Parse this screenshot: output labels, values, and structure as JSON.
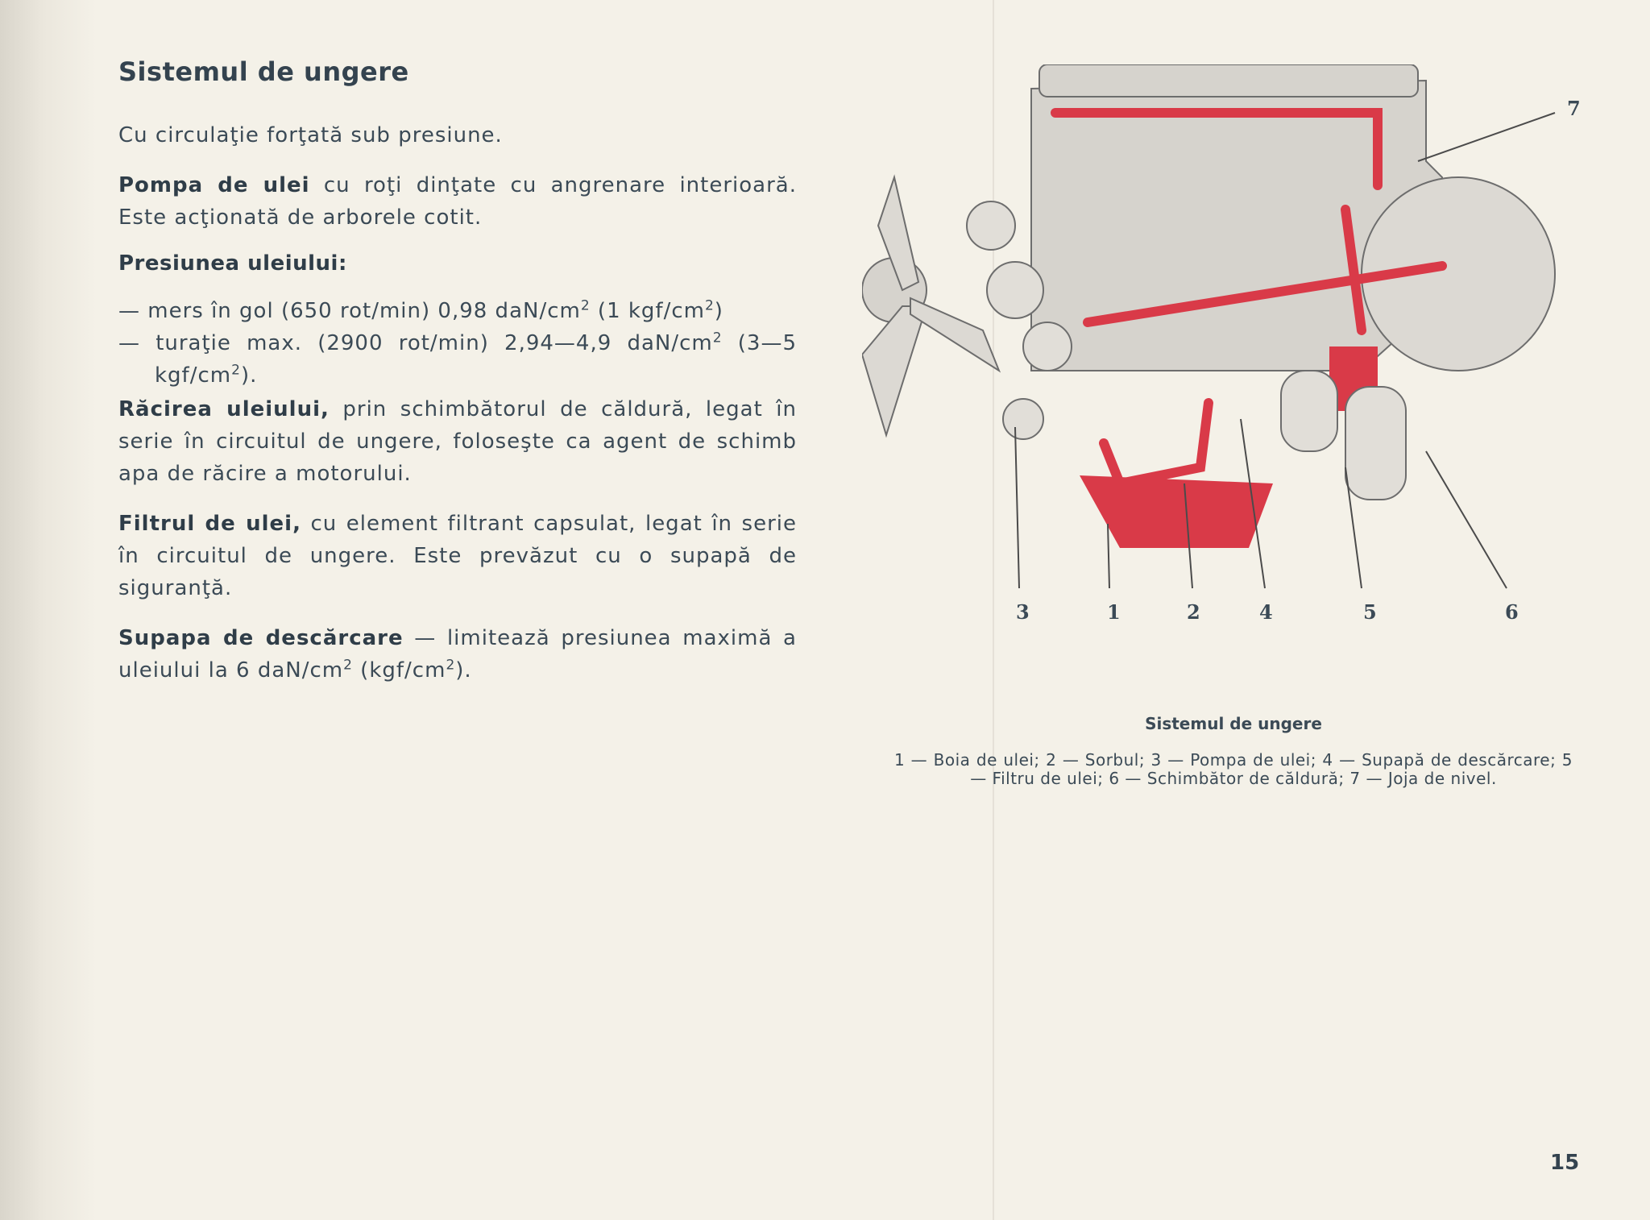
{
  "heading": "Sistemul de ungere",
  "intro": "Cu circulaţie forţată sub presiune.",
  "pump": {
    "term": "Pompa de ulei",
    "text": " cu roţi dinţate cu angrenare interioară. Este acţionată de arborele cotit."
  },
  "pressure": {
    "title": "Presiunea uleiului:",
    "idle": {
      "prefix": "— mers în gol (650 rot/min) 0,98 daN/cm",
      "sup1": "2",
      "mid": " (1 kgf/cm",
      "sup2": "2",
      "suffix": ")"
    },
    "max": {
      "prefix": "— turaţie max. (2900 rot/min) 2,94—4,9 daN/cm",
      "sup1": "2",
      "mid": " (3—5 kgf/cm",
      "sup2": "2",
      "suffix": ")."
    }
  },
  "cooling": {
    "term": "Răcirea uleiului,",
    "text": " prin schimbătorul de căldură, legat în serie în circuitul de ungere, foloseşte ca agent de schimb apa de răcire a motorului."
  },
  "filter": {
    "term": "Filtrul de ulei,",
    "text": " cu element filtrant capsulat, legat în serie în circuitul de ungere. Este prevăzut cu o supapă de siguranţă."
  },
  "valve": {
    "term": "Supapa de descărcare",
    "text": " — limitează presiunea maximă a uleiului la 6 daN/cm",
    "sup1": "2",
    "mid": " (kgf/cm",
    "sup2": "2",
    "suffix": ")."
  },
  "figure": {
    "labels": [
      "3",
      "1",
      "2",
      "4",
      "5",
      "6",
      "7"
    ],
    "colors": {
      "oil": "#d93a48",
      "engine": "#d6d3cd",
      "outline": "#6d6d6d"
    }
  },
  "caption": {
    "title": "Sistemul de ungere",
    "text": "1 — Boia de ulei; 2 — Sorbul; 3 — Pompa de ulei; 4 — Supapă de descărcare; 5 — Filtru de ulei; 6 — Schimbător de căldură; 7 — Joja de nivel."
  },
  "page_number": "15"
}
